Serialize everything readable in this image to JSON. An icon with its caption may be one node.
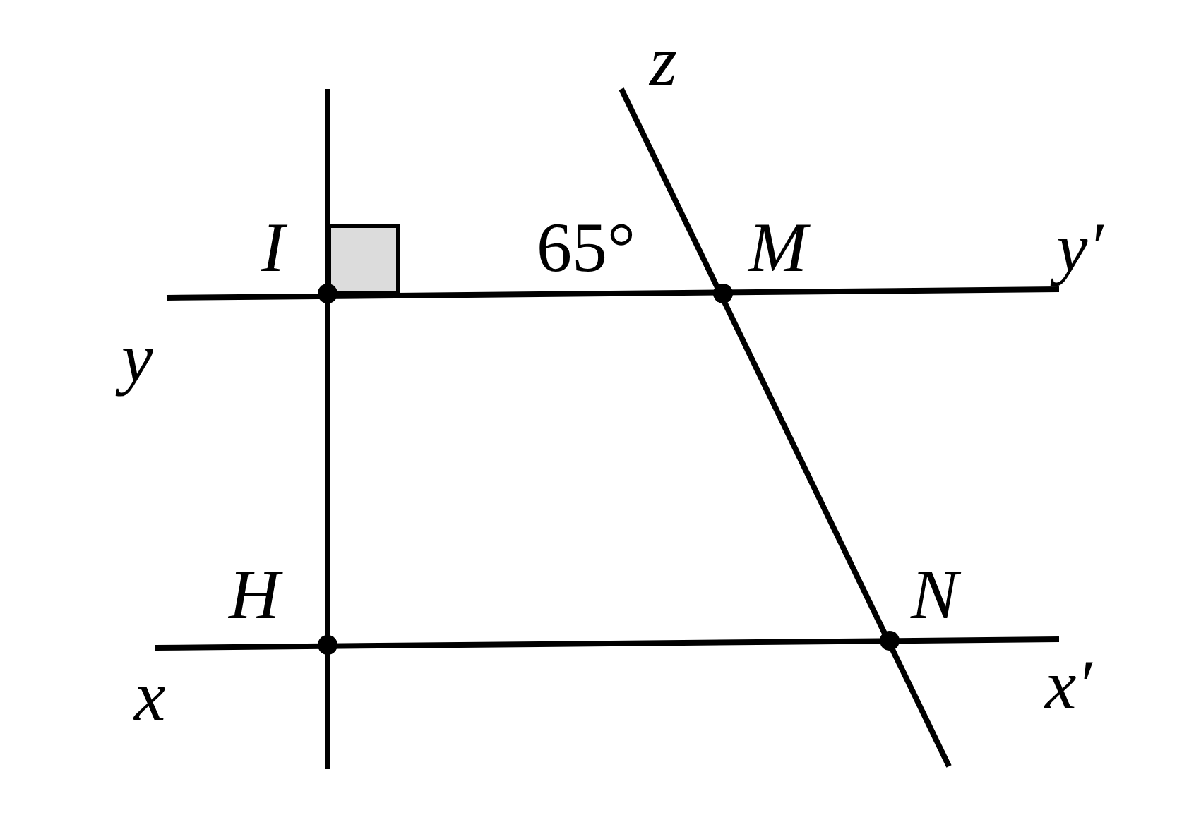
{
  "diagram": {
    "labels": [
      "z",
      "I",
      "65°",
      "M",
      "y′",
      "y",
      "H",
      "N",
      "x",
      "x′"
    ]
  }
}
